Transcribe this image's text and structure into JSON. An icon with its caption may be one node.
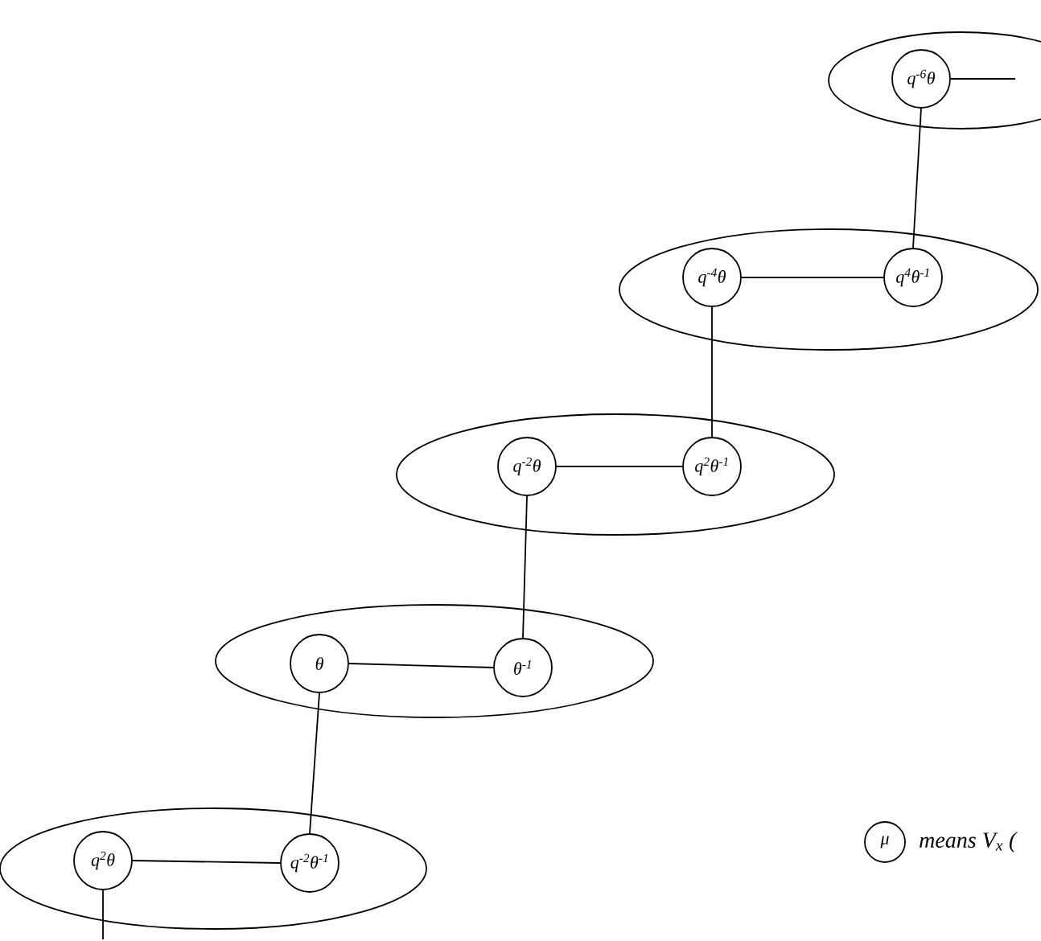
{
  "diagram": {
    "nodes": [
      {
        "text": [],
        "shape": "ellipse"
      },
      {
        "text": [
          "q$^{-6}$θ"
        ],
        "in": 0
      },
      {
        "text": [],
        "shape": "ellipse"
      },
      {
        "text": [
          "q$^{-4}$θ"
        ],
        "in": 2
      },
      {
        "text": [
          "q$^{4}$θ$^{-1}$"
        ],
        "in": 2
      },
      {
        "text": [],
        "shape": "ellipse"
      },
      {
        "text": [
          "q$^{-2}$θ"
        ],
        "in": 5
      },
      {
        "text": [
          "q$^{2}$θ$^{-1}$"
        ],
        "in": 5
      },
      {
        "text": [],
        "shape": "ellipse"
      },
      {
        "text": [
          "θ"
        ],
        "in": 8
      },
      {
        "text": [
          "θ$^{-1}$"
        ],
        "in": 8
      },
      {
        "text": [],
        "shape": "ellipse"
      },
      {
        "text": [
          "q$^{2}$θ"
        ],
        "in": 11
      },
      {
        "text": [
          "q$^{-2}$θ$^{-1}$"
        ],
        "in": 11
      },
      {
        "text": [
          "μ"
        ],
        "beside": [
          "means V$_{x}$ ("
        ]
      }
    ],
    "edges": [
      {
        "from": 1,
        "to": null,
        "arrow": "none"
      },
      {
        "from": 1,
        "to": 4,
        "arrow": "none"
      },
      {
        "from": 3,
        "to": 4,
        "arrow": "none"
      },
      {
        "from": 3,
        "to": 7,
        "arrow": "none"
      },
      {
        "from": 6,
        "to": 7,
        "arrow": "none"
      },
      {
        "from": 6,
        "to": 10,
        "arrow": "none"
      },
      {
        "from": 9,
        "to": 10,
        "arrow": "none"
      },
      {
        "from": 9,
        "to": 13,
        "arrow": "none"
      },
      {
        "from": 12,
        "to": 13,
        "arrow": "none"
      },
      {
        "from": 12,
        "to": null,
        "arrow": "none"
      }
    ]
  }
}
